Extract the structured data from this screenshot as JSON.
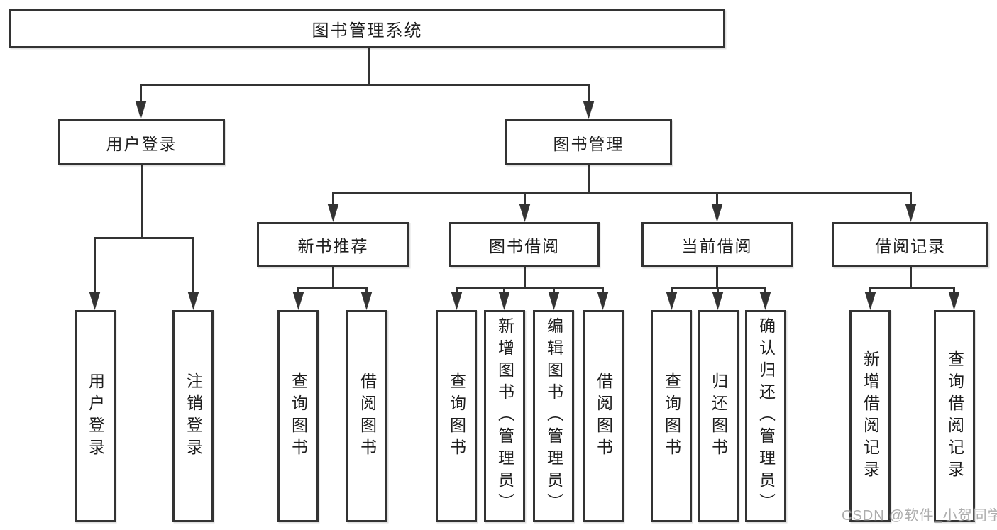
{
  "diagram": {
    "root": {
      "label": "图书管理系统"
    },
    "level2": [
      {
        "label": "用户登录"
      },
      {
        "label": "图书管理"
      }
    ],
    "level3": [
      {
        "label": "新书推荐"
      },
      {
        "label": "图书借阅"
      },
      {
        "label": "当前借阅"
      },
      {
        "label": "借阅记录"
      }
    ],
    "leaves": [
      {
        "label": "用户登录",
        "parent": "用户登录"
      },
      {
        "label": "注销登录",
        "parent": "用户登录"
      },
      {
        "label": "查询图书",
        "parent": "新书推荐"
      },
      {
        "label": "借阅图书",
        "parent": "新书推荐"
      },
      {
        "label": "查询图书",
        "parent": "图书借阅"
      },
      {
        "label": "新增图书（管理员）",
        "parent": "图书借阅"
      },
      {
        "label": "编辑图书（管理员）",
        "parent": "图书借阅"
      },
      {
        "label": "借阅图书",
        "parent": "图书借阅"
      },
      {
        "label": "查询图书",
        "parent": "当前借阅"
      },
      {
        "label": "归还图书",
        "parent": "当前借阅"
      },
      {
        "label": "确认归还（管理员）",
        "parent": "当前借阅"
      },
      {
        "label": "新增借阅记录",
        "parent": "借阅记录"
      },
      {
        "label": "查询借阅记录",
        "parent": "借阅记录"
      }
    ]
  },
  "watermark": {
    "text": "CSDN @软件_小贺同学"
  },
  "colors": {
    "line": "#333333",
    "text": "#1e1e1e",
    "background": "#ffffff",
    "watermark": "#a6a6a6"
  }
}
